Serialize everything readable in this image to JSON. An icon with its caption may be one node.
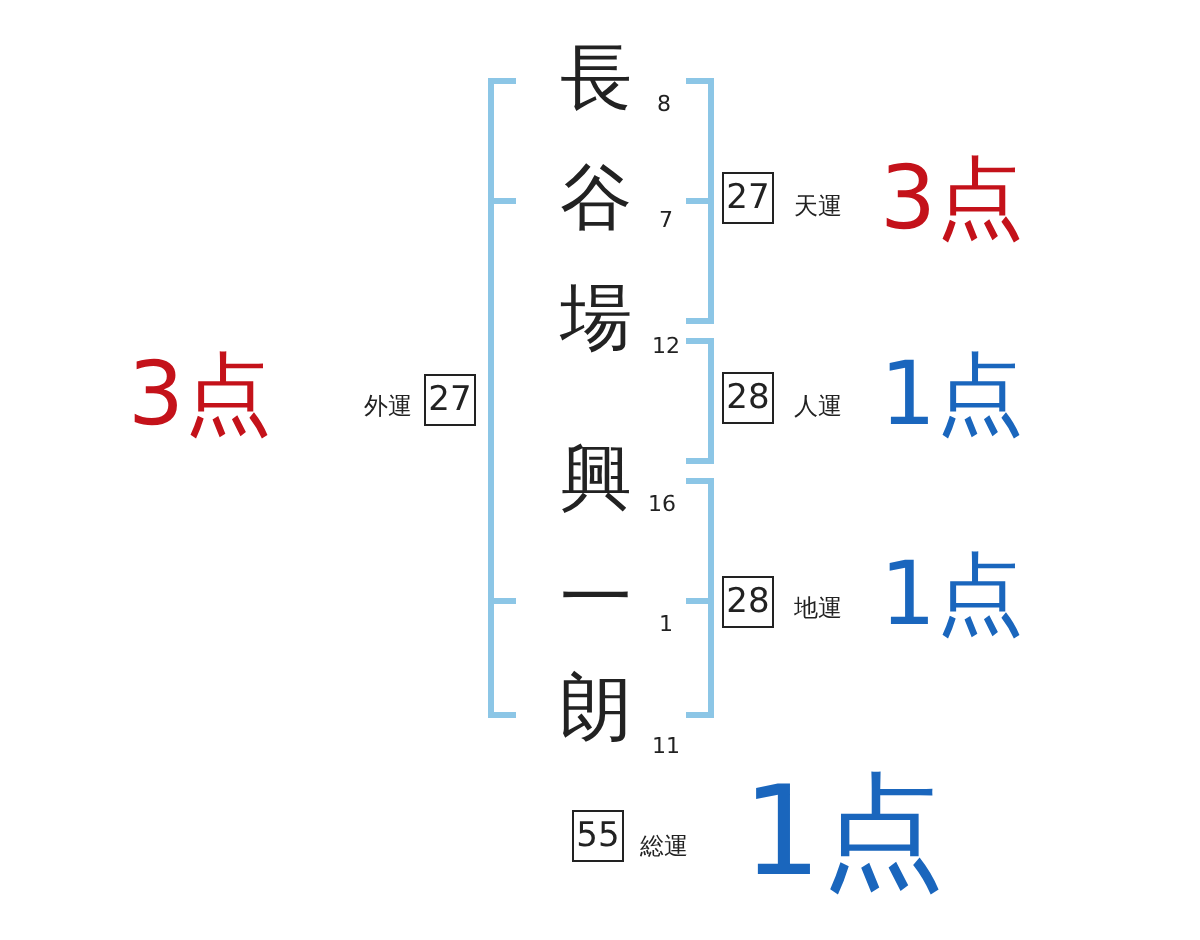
{
  "diagram": {
    "nodes": [
      {
        "text": [
          "27"
        ],
        "beside": [
          "天運",
          "3点"
        ]
      },
      {
        "text": [
          "27"
        ],
        "beside": [
          "外運",
          "3点"
        ]
      },
      {
        "text": [
          "28"
        ],
        "beside": [
          "人運",
          "1点"
        ]
      },
      {
        "text": [
          "28"
        ],
        "beside": [
          "地運",
          "1点"
        ]
      },
      {
        "text": [
          "55"
        ],
        "beside": [
          "総運",
          "1点"
        ]
      }
    ],
    "labels": [
      "長",
      "8",
      "谷",
      "7",
      "場",
      "12",
      "興",
      "16",
      "一",
      "1",
      "朗",
      "11"
    ]
  }
}
